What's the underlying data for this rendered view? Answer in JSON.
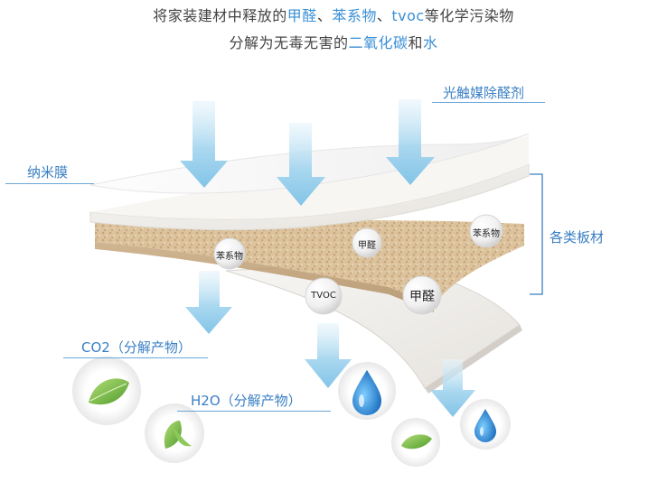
{
  "headline": {
    "line1": {
      "prefix": "将家装建材中释放的",
      "hl1": "甲醛",
      "sep1": "、",
      "hl2": "苯系物",
      "sep2": "、",
      "hl3": "tvoc",
      "suffix": "等化学污染物"
    },
    "line2": {
      "prefix": "分解为无毒无害的",
      "hl1": "二氧化碳",
      "mid": "和",
      "hl2": "水"
    }
  },
  "labels": {
    "photocatalyst": "光触媒除醛剂",
    "nano_film": "纳米膜",
    "boards": "各类板材",
    "co2": "CO2（分解产物）",
    "h2o": "H2O（分解产物）"
  },
  "bubbles": {
    "benzene_left": "苯系物",
    "formaldehyde_mid": "甲醛",
    "benzene_right": "苯系物",
    "tvoc": "TVOC",
    "formaldehyde_big": "甲醛"
  },
  "colors": {
    "accent": "#3a8fd6",
    "arrow": "#9fd0ec",
    "board": "#d9bf98",
    "film": "#f3f1ee"
  }
}
